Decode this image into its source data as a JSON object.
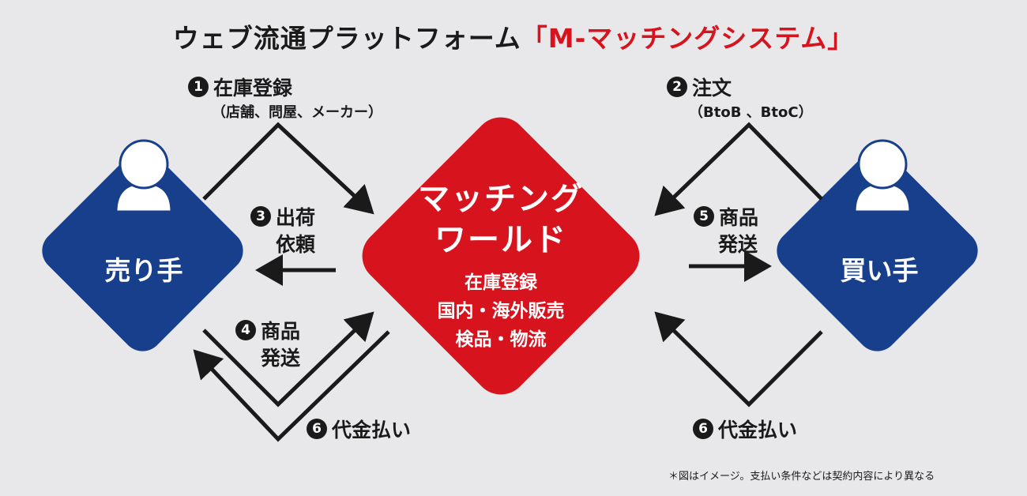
{
  "title": {
    "prefix": "ウェブ流通プラットフォーム",
    "highlight": "「M-マッチングシステム」"
  },
  "seller": {
    "label": "売り手"
  },
  "buyer": {
    "label": "買い手"
  },
  "center": {
    "title_line1": "マッチング",
    "title_line2": "ワールド",
    "features": [
      "在庫登録",
      "国内・海外販売",
      "検品・物流"
    ]
  },
  "steps": {
    "s1": {
      "num": "1",
      "label": "在庫登録",
      "sub": "（店舗、問屋、メーカー）"
    },
    "s2": {
      "num": "2",
      "label": "注文",
      "sub": "（BtoB 、BtoC）"
    },
    "s3": {
      "num": "3",
      "label_line1": "出荷",
      "label_line2": "依頼"
    },
    "s4": {
      "num": "4",
      "label_line1": "商品",
      "label_line2": "発送"
    },
    "s5": {
      "num": "5",
      "label_line1": "商品",
      "label_line2": "発送"
    },
    "s6_left": {
      "num": "6",
      "label": "代金払い"
    },
    "s6_right": {
      "num": "6",
      "label": "代金払い"
    }
  },
  "note": "＊図はイメージ。支払い条件などは契約内容により異なる",
  "colors": {
    "red": "#d7141e",
    "navy": "#183f8c",
    "background": "#e8e8ea",
    "ink": "#1a1a1a"
  }
}
